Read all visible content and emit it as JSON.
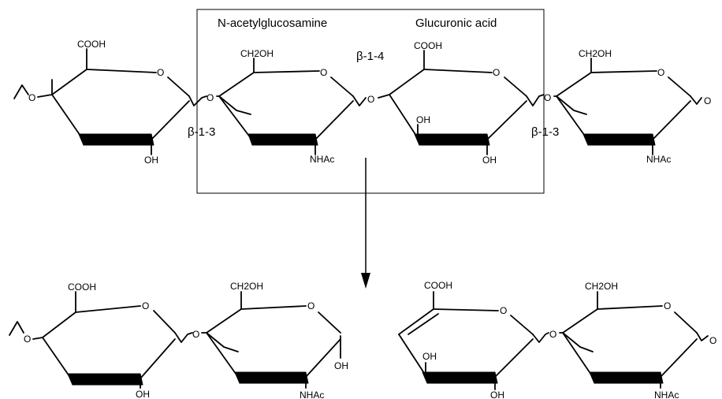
{
  "header": {
    "label_left": "N-acetylglucosamine",
    "label_right": "Glucuronic acid"
  },
  "linkages": {
    "b13_left": "β-1-3",
    "b14": "β-1-4",
    "b13_right": "β-1-3"
  },
  "groups": {
    "cooh": "COOH",
    "ch2oh": "CH2OH",
    "oh": "OH",
    "nhac": "NHAc",
    "ring_o": "O"
  },
  "colors": {
    "ink": "#000000",
    "background": "#ffffff"
  }
}
